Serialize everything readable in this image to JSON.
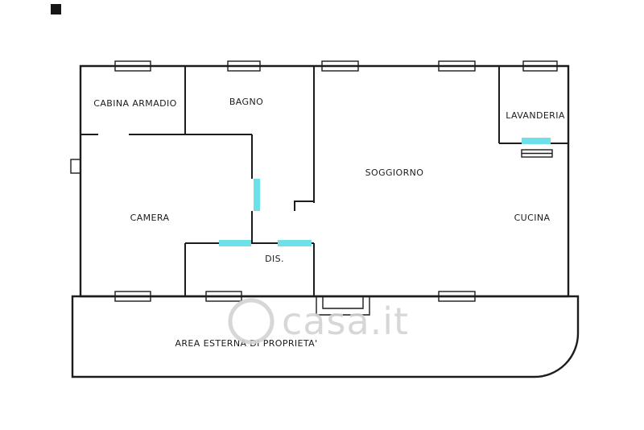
{
  "page": {
    "type": "floor-plan-image",
    "background": "#ffffff"
  },
  "colors": {
    "wall": "#1c1c1c",
    "door_marker": "#6ee0ea",
    "watermark": "#d3d3d3",
    "artifact": "#161616"
  },
  "floorplan": {
    "rooms": [
      {
        "id": "cabina-armadio",
        "label": "CABINA ARMADIO"
      },
      {
        "id": "bagno",
        "label": "BAGNO"
      },
      {
        "id": "soggiorno",
        "label": "SOGGIORNO"
      },
      {
        "id": "lavanderia",
        "label": "LAVANDERIA"
      },
      {
        "id": "camera",
        "label": "CAMERA"
      },
      {
        "id": "cucina",
        "label": "CUCINA"
      },
      {
        "id": "dis",
        "label": "DIS."
      },
      {
        "id": "area-esterna",
        "label": "AREA ESTERNA DI PROPRIETA'"
      }
    ],
    "watermark": {
      "text": "casa.it"
    }
  }
}
